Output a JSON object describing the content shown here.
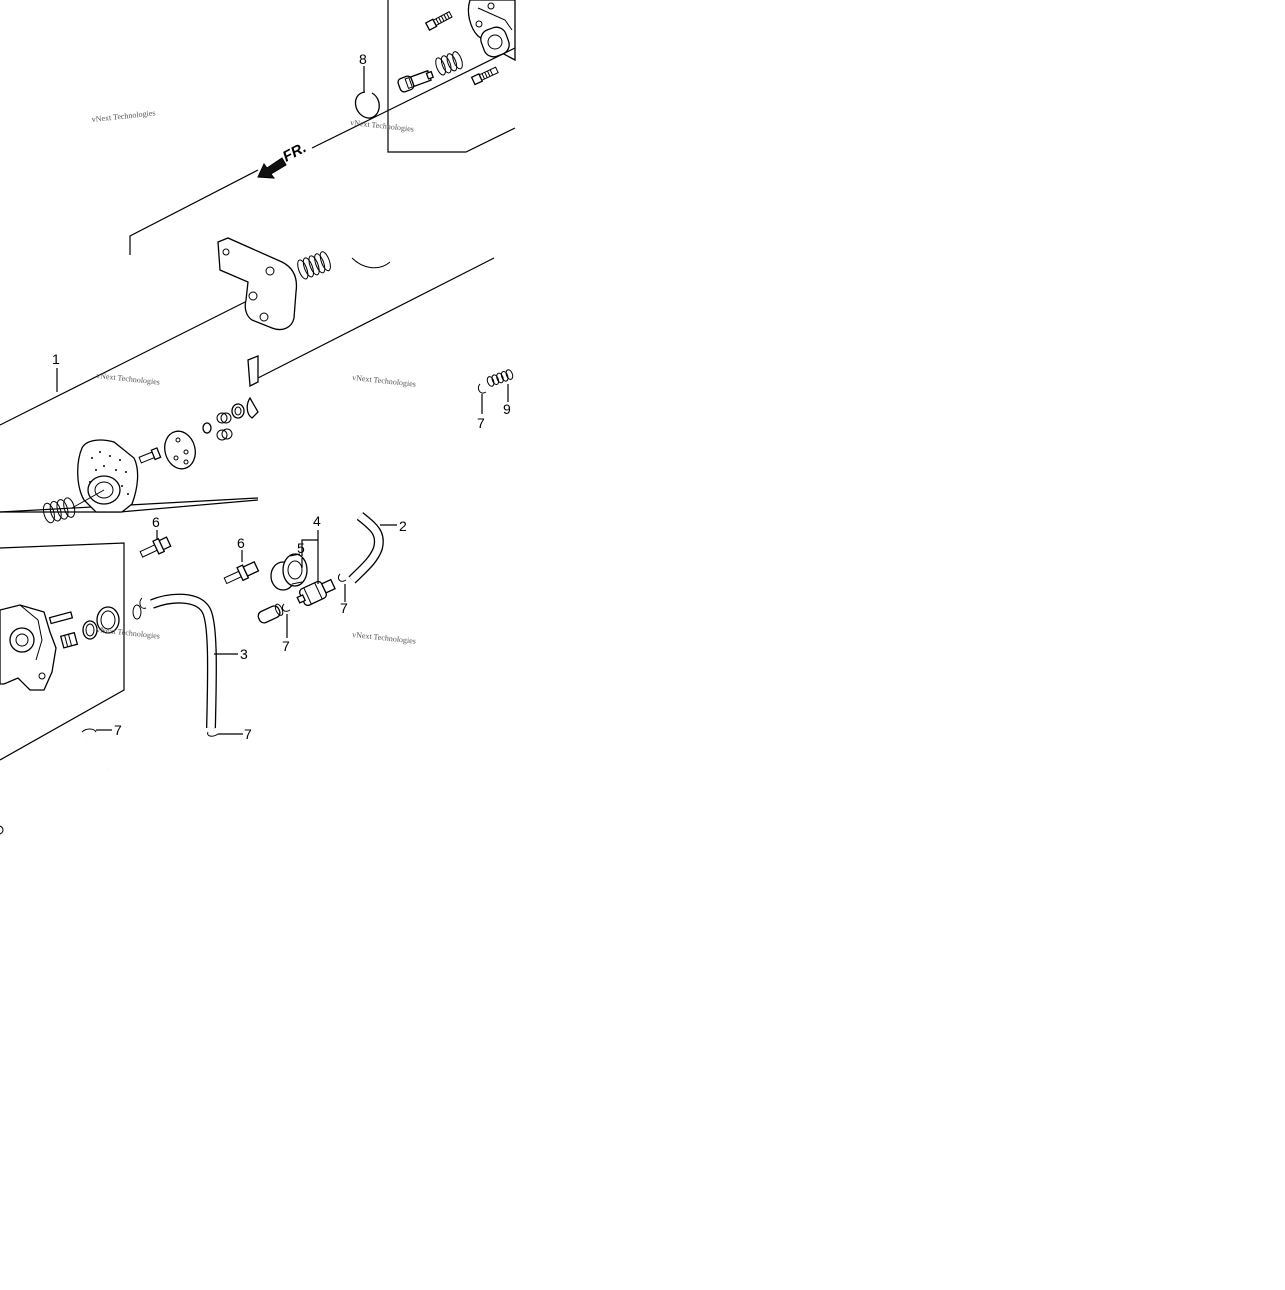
{
  "diagram": {
    "direction_marker": "FR.",
    "callouts": [
      {
        "id": "c1",
        "label": "1"
      },
      {
        "id": "c2",
        "label": "2"
      },
      {
        "id": "c3",
        "label": "3"
      },
      {
        "id": "c4",
        "label": "4"
      },
      {
        "id": "c5",
        "label": "5"
      },
      {
        "id": "c6a",
        "label": "6"
      },
      {
        "id": "c6b",
        "label": "6"
      },
      {
        "id": "c7a",
        "label": "7"
      },
      {
        "id": "c7b",
        "label": "7"
      },
      {
        "id": "c7c",
        "label": "7"
      },
      {
        "id": "c7d",
        "label": "7"
      },
      {
        "id": "c7e",
        "label": "7"
      },
      {
        "id": "c8",
        "label": "8"
      },
      {
        "id": "c9",
        "label": "9"
      }
    ],
    "watermark": "vNext Technologies"
  }
}
